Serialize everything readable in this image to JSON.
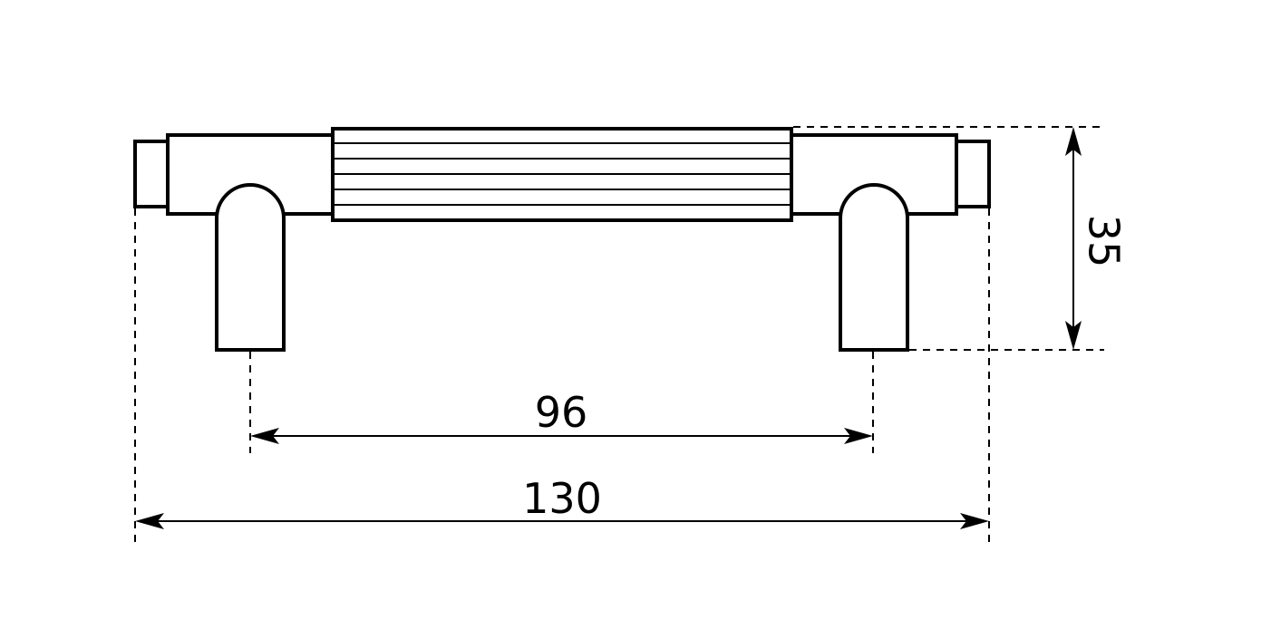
{
  "drawing": {
    "dimensions": {
      "hole_spacing": {
        "value": "96"
      },
      "overall_length": {
        "value": "130"
      },
      "height": {
        "value": "35"
      }
    }
  }
}
